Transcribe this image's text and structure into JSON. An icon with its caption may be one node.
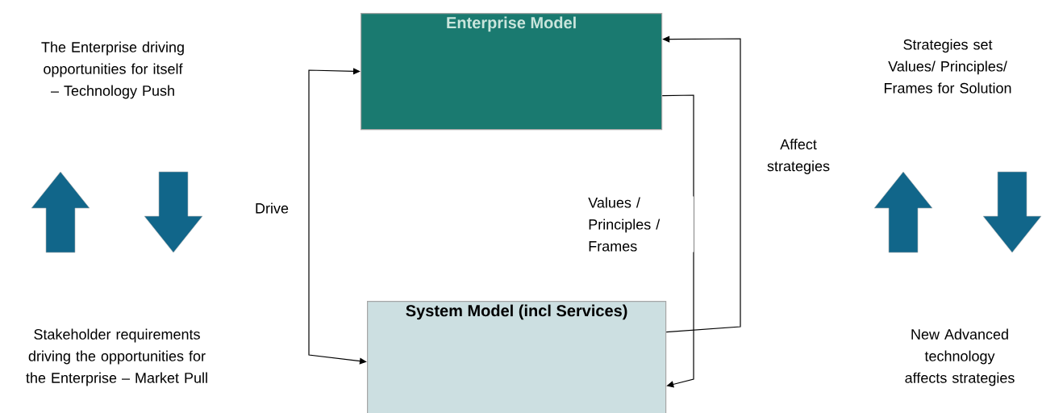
{
  "diagram": {
    "nodes": [
      {
        "text": [
          "Enterprise Model"
        ]
      },
      {
        "text": [
          "System Model (incl Services)"
        ]
      }
    ],
    "edges": [
      {
        "from": 0,
        "to": 1,
        "arrow": "both",
        "label": "Drive"
      },
      {
        "from": 0,
        "to": 1,
        "arrow": "to",
        "label": "Values / Principles / Frames"
      },
      {
        "from": 1,
        "to": 0,
        "arrow": "to",
        "label": "Affect strategies"
      }
    ],
    "labels": [
      "The Enterprise driving opportunities for itself – Technology Push",
      "Strategies set Values/ Principles/ Frames for Solution",
      "Stakeholder requirements driving the opportunities for the Enterprise – Market Pull",
      "New Advanced technology affects strategies"
    ]
  }
}
